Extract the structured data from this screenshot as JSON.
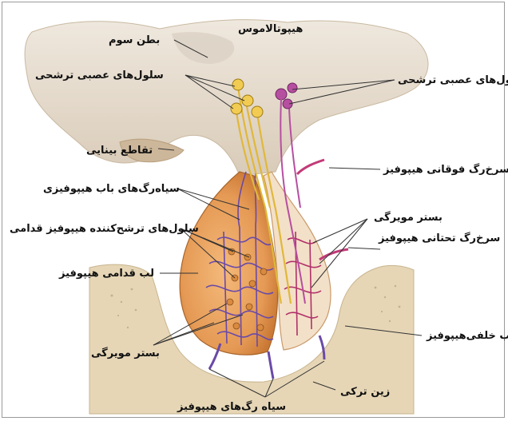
{
  "diagram": {
    "labels": {
      "hypothalamus": "هیپوتالاموس",
      "third_ventricle": "بطن سوم",
      "neurosecretory_left": "سلول‌های عصبی ترشحی",
      "neurosecretory_right": "سلول‌های عصبی ترشحی",
      "optic_chiasm": "تقاطع بینایی",
      "superior_hypophyseal_artery": "سرخ‌رگ فوقانی هیپوفیز",
      "portal_veins": "سیاه‌رگ‌های باب هیپوفیزی",
      "capillary_bed_right": "بستر مویرگی",
      "anterior_secretory_cells": "سلول‌های ترشح‌کننده هیپوفیز قدامی",
      "inferior_hypophyseal_artery": "سرخ‌رگ تحتانی هیپوفیز",
      "anterior_pituitary": "لب قدامی هیپوفیز",
      "posterior_pituitary": "لب خلفی‌هیپوفیز",
      "capillary_bed_left": "بستر مویرگی",
      "sella_turcica": "زین ترکی",
      "hypophyseal_veins": "سیاه رگ‌های هیپوفیز"
    },
    "colors": {
      "brain_tissue": "#e8e0d4",
      "bone": "#e6d6b6",
      "anterior_lobe": "#e9a160",
      "posterior_lobe": "#f3e0c8",
      "artery": "#c23a78",
      "vein": "#6a4aa8",
      "axon": "#e8c24a"
    }
  }
}
